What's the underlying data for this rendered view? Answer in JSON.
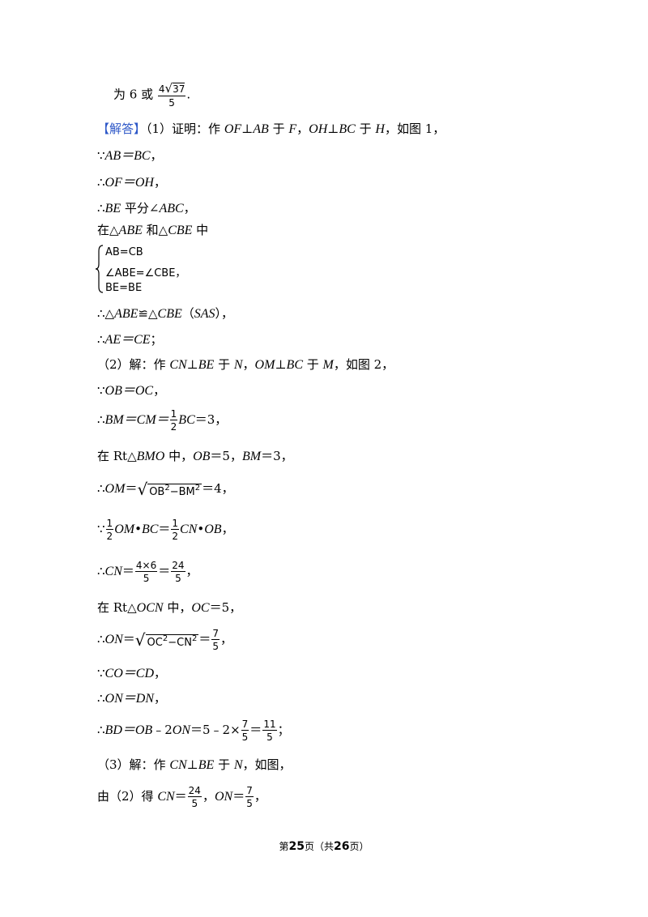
{
  "intro": {
    "prefix": "为 6 或",
    "frac_num_coef": "4",
    "frac_num_rad": "37",
    "frac_den": "5",
    "suffix": "."
  },
  "answer_tag": "【解答】",
  "lines": {
    "l1_a": "（1）证明：作 ",
    "l1_b": "OF",
    "l1_c": "⊥",
    "l1_d": "AB",
    "l1_e": " 于 ",
    "l1_f": "F",
    "l1_g": "，",
    "l1_h": "OH",
    "l1_i": "⊥",
    "l1_j": "BC",
    "l1_k": " 于 ",
    "l1_l": "H",
    "l1_m": "，如图 1，",
    "l2": "∵",
    "l2_b": "AB＝BC",
    "l2_c": "，",
    "l3": "∴",
    "l3_b": "OF＝OH",
    "l3_c": "，",
    "l4": "∴",
    "l4_b": "BE",
    "l4_c": " 平分∠",
    "l4_d": "ABC",
    "l4_e": "，",
    "l5_a": "在△",
    "l5_b": "ABE",
    "l5_c": " 和△",
    "l5_d": "CBE",
    "l5_e": " 中",
    "sys1": "AB=CB",
    "sys2": "∠ABE=∠CBE，",
    "sys3": "BE=BE",
    "l6": "∴△",
    "l6_b": "ABE",
    "l6_c": "≌△",
    "l6_d": "CBE",
    "l6_e": "（",
    "l6_f": "SAS",
    "l6_g": "），",
    "l7": "∴",
    "l7_b": "AE＝CE",
    "l7_c": "；",
    "l8_a": "（2）解：作 ",
    "l8_b": "CN",
    "l8_c": "⊥",
    "l8_d": "BE",
    "l8_e": " 于 ",
    "l8_f": "N",
    "l8_g": "，",
    "l8_h": "OM",
    "l8_i": "⊥",
    "l8_j": "BC",
    "l8_k": " 于 ",
    "l8_l": "M",
    "l8_m": "，如图 2，",
    "l9": "∵",
    "l9_b": "OB＝OC",
    "l9_c": "，",
    "l10": "∴",
    "l10_b": "BM＝CM＝",
    "l10_num": "1",
    "l10_den": "2",
    "l10_c": "BC",
    "l10_d": "＝3，",
    "l11_a": "在 Rt△",
    "l11_b": "BMO",
    "l11_c": " 中，",
    "l11_d": "OB",
    "l11_e": "＝5，",
    "l11_f": "BM",
    "l11_g": "＝3，",
    "l12": "∴",
    "l12_b": "OM",
    "l12_c": "＝",
    "l12_r1": "OB",
    "l12_s1": "2",
    "l12_r2": "−BM",
    "l12_s2": "2",
    "l12_d": "＝4，",
    "l13": "∵",
    "l13_n1": "1",
    "l13_d1": "2",
    "l13_b": "OM",
    "l13_c": "•",
    "l13_d": "BC",
    "l13_e": "＝",
    "l13_n2": "1",
    "l13_d2": "2",
    "l13_f": "CN",
    "l13_g": "•",
    "l13_h": "OB",
    "l13_i": "，",
    "l14": "∴",
    "l14_b": "CN",
    "l14_c": "＝",
    "l14_n1": "4×6",
    "l14_d1": "5",
    "l14_e": "＝",
    "l14_n2": "24",
    "l14_d2": "5",
    "l14_f": "，",
    "l15_a": "在 Rt△",
    "l15_b": "OCN",
    "l15_c": " 中，",
    "l15_d": "OC",
    "l15_e": "＝5，",
    "l16": "∴",
    "l16_b": "ON",
    "l16_c": "＝",
    "l16_r1": "OC",
    "l16_s1": "2",
    "l16_r2": "−CN",
    "l16_s2": "2",
    "l16_d": "＝",
    "l16_n": "7",
    "l16_den": "5",
    "l16_e": "，",
    "l17": "∵",
    "l17_b": "CO＝CD",
    "l17_c": "，",
    "l18": "∴",
    "l18_b": "ON＝DN",
    "l18_c": "，",
    "l19": "∴",
    "l19_b": "BD＝OB",
    "l19_c": "﹣2",
    "l19_d": "ON",
    "l19_e": "＝5﹣2×",
    "l19_n1": "7",
    "l19_d1": "5",
    "l19_f": "＝",
    "l19_n2": "11",
    "l19_d2": "5",
    "l19_g": "；",
    "l20_a": "（3）解：作 ",
    "l20_b": "CN",
    "l20_c": "⊥",
    "l20_d": "BE",
    "l20_e": " 于 ",
    "l20_f": "N",
    "l20_g": "，如图，",
    "l21_a": "由（2）得 ",
    "l21_b": "CN",
    "l21_c": "＝",
    "l21_n1": "24",
    "l21_d1": "5",
    "l21_d": "，",
    "l21_e": "ON",
    "l21_f": "＝",
    "l21_n2": "7",
    "l21_d2": "5",
    "l21_g": "，"
  },
  "footer": {
    "pre": "第",
    "page": "25",
    "mid": "页（共",
    "total": "26",
    "post": "页）"
  },
  "colors": {
    "accent": "#2e58c8",
    "text": "#000000"
  }
}
